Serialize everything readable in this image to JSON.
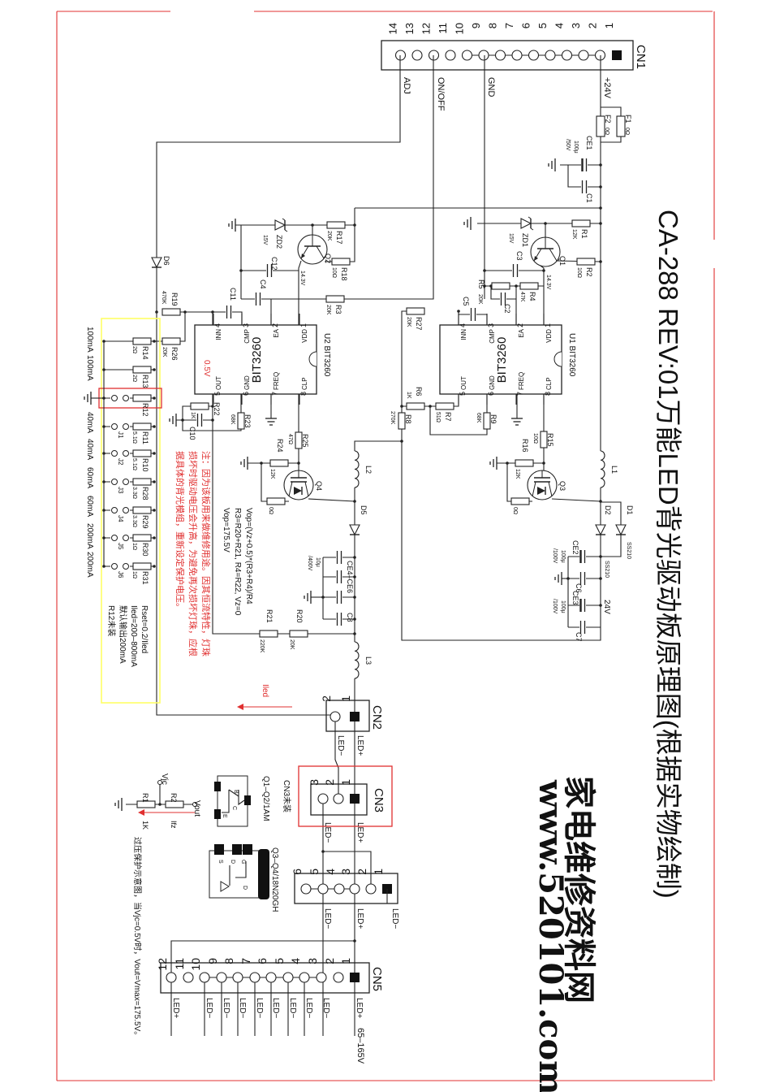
{
  "title": "CA-288 REV:01万能LED背光驱动板原理图(根据实物绘制)",
  "watermark": {
    "line1": "家电维修资料网",
    "line2": "www.520101.com"
  },
  "colors": {
    "wire": "#222222",
    "frame": "#e03030",
    "note": "#e03030",
    "highlight_box": "#ffff66",
    "red_box": "#e03030"
  },
  "cn1": {
    "ref": "CN1",
    "pins": [
      "1",
      "2",
      "3",
      "4",
      "5",
      "6",
      "7",
      "8",
      "9",
      "10",
      "11",
      "12",
      "13",
      "14"
    ],
    "adj": "ADJ",
    "onoff": "ON/OFF",
    "gnd": "GND",
    "v24": "+24V"
  },
  "parts": {
    "F1": {
      "ref": "F1",
      "value": "0Ω"
    },
    "F2": {
      "ref": "F2",
      "value": "0Ω"
    },
    "CE1": {
      "ref": "CE1",
      "value": "100μ",
      "value2": "/50V"
    },
    "C1": {
      "ref": "C1"
    },
    "R1": {
      "ref": "R1",
      "value": "12K"
    },
    "R2": {
      "ref": "R2",
      "value": "10Ω"
    },
    "ZD1": {
      "ref": "ZD1",
      "value": "15V"
    },
    "Q1": {
      "ref": "Q1",
      "value": "14.3V"
    },
    "C3": {
      "ref": "C3"
    },
    "R4": {
      "ref": "R4",
      "value": "47K"
    },
    "R5": {
      "ref": "R5",
      "value": "20K"
    },
    "C2": {
      "ref": "C2"
    },
    "C5": {
      "ref": "C5"
    },
    "R27": {
      "ref": "R27",
      "value": "20K"
    },
    "R6": {
      "ref": "R6",
      "value": "1K"
    },
    "R7": {
      "ref": "R7",
      "value": "51Ω"
    },
    "R8": {
      "ref": "R8",
      "value": "270K"
    },
    "R9": {
      "ref": "R9",
      "value": "68K"
    },
    "R15": {
      "ref": "R15",
      "value": "10Ω"
    },
    "R16": {
      "ref": "R16",
      "value": "12K"
    },
    "R3a": {
      "value": "0Ω"
    },
    "Q3": {
      "ref": "Q3"
    },
    "L1": {
      "ref": "L1"
    },
    "D1": {
      "ref": "D1",
      "value": "SS210"
    },
    "D2": {
      "ref": "D2",
      "value": "SS210"
    },
    "CE2": {
      "ref": "CE2",
      "value": "100μ",
      "value2": "/100V"
    },
    "C6": {
      "ref": "C6"
    },
    "CE3": {
      "ref": "CE3",
      "value": "100μ",
      "value2": "/100V"
    },
    "C7": {
      "ref": "C7"
    },
    "V24": {
      "value": "24V"
    },
    "R17": {
      "ref": "R17",
      "value": "20K"
    },
    "R18": {
      "ref": "R18",
      "value": "10Ω"
    },
    "ZD2": {
      "ref": "ZD2",
      "value": "15V"
    },
    "Q2": {
      "ref": "Q2",
      "value": "14.3V"
    },
    "C12": {
      "ref": "C12"
    },
    "C4": {
      "ref": "C4"
    },
    "R3": {
      "ref": "R3",
      "value": "20K"
    },
    "C11": {
      "ref": "C11"
    },
    "D6": {
      "ref": "D6"
    },
    "R19": {
      "ref": "R19",
      "value": "470K"
    },
    "R26": {
      "ref": "R26",
      "value": "20K"
    },
    "R22": {
      "ref": "R22",
      "value": "1K"
    },
    "C10": {
      "ref": "C10"
    },
    "R23": {
      "ref": "R23",
      "value": "68K"
    },
    "R25": {
      "ref": "R25",
      "value": "47Ω"
    },
    "R24": {
      "ref": "R24",
      "value": "12K"
    },
    "R4a": {
      "value": "0Ω"
    },
    "Q4": {
      "ref": "Q4"
    },
    "L2": {
      "ref": "L2"
    },
    "D5": {
      "ref": "D5"
    },
    "CE4": {
      "ref": "CE4–CE6",
      "value": "10μ",
      "value2": "/400V"
    },
    "C8": {
      "ref": "C8"
    },
    "R20": {
      "ref": "R20",
      "value": "20K"
    },
    "R21": {
      "ref": "R21",
      "value": "220K"
    },
    "L3": {
      "ref": "L3"
    }
  },
  "u1": {
    "ref": "U1  BIT3260",
    "chip": "BIT3260",
    "pins": [
      "VDD",
      "EA",
      "CMP",
      "INN",
      "CLP",
      "FREQ",
      "GND",
      "OUT"
    ],
    "nums": [
      "1",
      "2",
      "3",
      "4",
      "5",
      "6",
      "7",
      "8"
    ]
  },
  "u2": {
    "ref": "U2  BIT3260",
    "chip": "BIT3260",
    "pins": [
      "VDD",
      "EA",
      "CMP",
      "INN",
      "CLP",
      "FREQ",
      "GND",
      "OUT"
    ],
    "nums": [
      "1",
      "2",
      "3",
      "4",
      "5",
      "6",
      "7",
      "8"
    ],
    "clp_voltage": "0.5V"
  },
  "cn2": {
    "ref": "CN2",
    "pins": [
      "1",
      "2"
    ],
    "led_plus": "LED+",
    "led_minus": "LED−",
    "iled": "Iled"
  },
  "cn3": {
    "ref": "CN3",
    "pins": [
      "1",
      "2",
      "3"
    ],
    "note": "CN3未装",
    "led_plus": "LED+",
    "led_minus": "LED−"
  },
  "cn4": {
    "pins": [
      "1",
      "2",
      "3",
      "4",
      "5",
      "6"
    ],
    "labels": [
      "LED−",
      "LED+",
      "LED−"
    ]
  },
  "cn5": {
    "ref": "CN5",
    "pins": [
      "1",
      "2",
      "3",
      "4",
      "5",
      "6",
      "7",
      "8",
      "9",
      "10",
      "11",
      "12"
    ],
    "labels": [
      "LED+",
      "LED−",
      "LED−",
      "LED−",
      "LED−",
      "LED−",
      "LED−",
      "LED−",
      "LED−",
      "LED+"
    ],
    "voltage": "65–165V"
  },
  "rset": {
    "resistors": [
      {
        "ref": "R14",
        "value": "2Ω",
        "current": "100mA"
      },
      {
        "ref": "R13",
        "value": "2Ω",
        "current": "100mA"
      },
      {
        "ref": "R12",
        "value": "",
        "current": ""
      },
      {
        "ref": "R11",
        "value": "5.1Ω",
        "current": "40mA"
      },
      {
        "ref": "R10",
        "value": "5.1Ω",
        "current": "40mA"
      },
      {
        "ref": "R28",
        "value": "3.3Ω",
        "current": "60mA"
      },
      {
        "ref": "R29",
        "value": "3.3Ω",
        "current": "60mA"
      },
      {
        "ref": "R30",
        "value": "1Ω",
        "current": "200mA"
      },
      {
        "ref": "R31",
        "value": "1Ω",
        "current": "200mA"
      }
    ],
    "jumpers": [
      "J1",
      "J2",
      "J3",
      "J4",
      "J5",
      "J6"
    ],
    "notes": [
      "Rset=0.2/Iled",
      "Iled=200–800mA",
      "默认输出200mA",
      "R12未装"
    ]
  },
  "note_red": [
    "注：因为该板用来做维修用途。因其恒流特性，灯珠",
    "损坏时驱动电压会升高，为避免再次损坏灯珠，应根",
    "据具体的背光模组，重新设定保护电压。"
  ],
  "formulas": [
    "Vop=(Vz+0.5)*(R3+R4)/R4",
    "R3=R20+R21, R4=R22, Vz=0",
    "Vop=175.5V"
  ],
  "packages": {
    "q12": "Q1–Q2/1AM",
    "q12_pins": [
      "B",
      "C",
      "E"
    ],
    "q34": "Q3–Q4/18N20GH",
    "q34_pins": [
      "G",
      "D",
      "S",
      "D"
    ]
  },
  "ovp": {
    "vout": "Vout",
    "vjc": "Vjc",
    "r1": "R1",
    "r2": "R2",
    "r1v": "1K",
    "ifz": "Ifz",
    "note": "过压保护示意图，当Vjc=0.5V时，Vout=Vmax=175.5V。"
  }
}
